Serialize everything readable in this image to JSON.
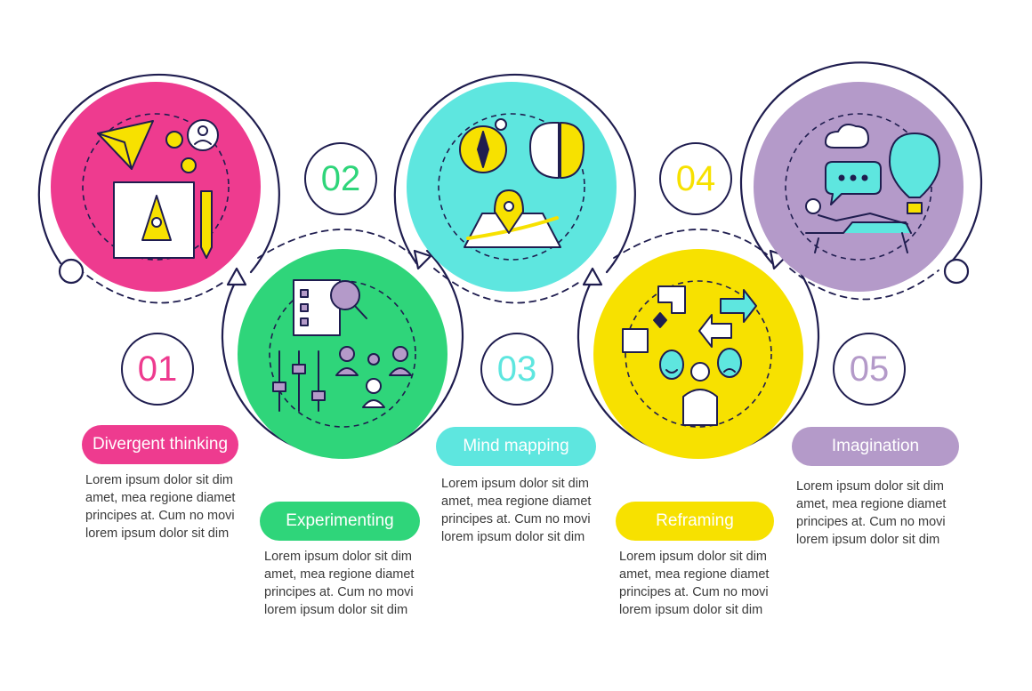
{
  "colors": {
    "outline": "#1f1d4f",
    "pink": "#ee3b8f",
    "green": "#2fd57a",
    "cyan": "#5ee6df",
    "yellow": "#f7e100",
    "purple": "#b49ac9"
  },
  "steps": [
    {
      "number": "01",
      "title": "Divergent thinking",
      "color": "#ee3b8f",
      "icons": [
        "paper-plane-icon",
        "gears-icon",
        "user-icon",
        "rocket-blueprint-icon",
        "pencil-icon"
      ],
      "lines": [
        "Lorem ipsum dolor sit dim",
        "amet, mea regione diamet",
        "principes at. Cum no movi",
        "lorem ipsum dolor sit dim"
      ]
    },
    {
      "number": "02",
      "title": "Experimenting",
      "color": "#2fd57a",
      "icons": [
        "checklist-magnifier-icon",
        "sliders-icon",
        "team-gear-icon"
      ],
      "lines": [
        "Lorem ipsum dolor sit dim",
        "amet, mea regione diamet",
        "principes at. Cum no movi",
        "lorem ipsum dolor sit dim"
      ]
    },
    {
      "number": "03",
      "title": "Mind mapping",
      "color": "#5ee6df",
      "icons": [
        "compass-icon",
        "brain-icon",
        "map-pin-icon"
      ],
      "lines": [
        "Lorem ipsum dolor sit dim",
        "amet, mea regione diamet",
        "principes at. Cum no movi",
        "lorem ipsum dolor sit dim"
      ]
    },
    {
      "number": "04",
      "title": "Reframing",
      "color": "#f7e100",
      "icons": [
        "frame-hands-icon",
        "arrows-icon",
        "masks-icon",
        "person-icon"
      ],
      "lines": [
        "Lorem ipsum dolor sit dim",
        "amet, mea regione diamet",
        "principes at. Cum no movi",
        "lorem ipsum dolor sit dim"
      ]
    },
    {
      "number": "05",
      "title": "Imagination",
      "color": "#b49ac9",
      "icons": [
        "cloud-icon",
        "chat-bubble-icon",
        "hot-air-balloon-icon",
        "lounge-chair-icon"
      ],
      "lines": [
        "Lorem ipsum dolor sit dim",
        "amet, mea regione diamet",
        "principes at. Cum no movi",
        "lorem ipsum dolor sit dim"
      ]
    }
  ]
}
